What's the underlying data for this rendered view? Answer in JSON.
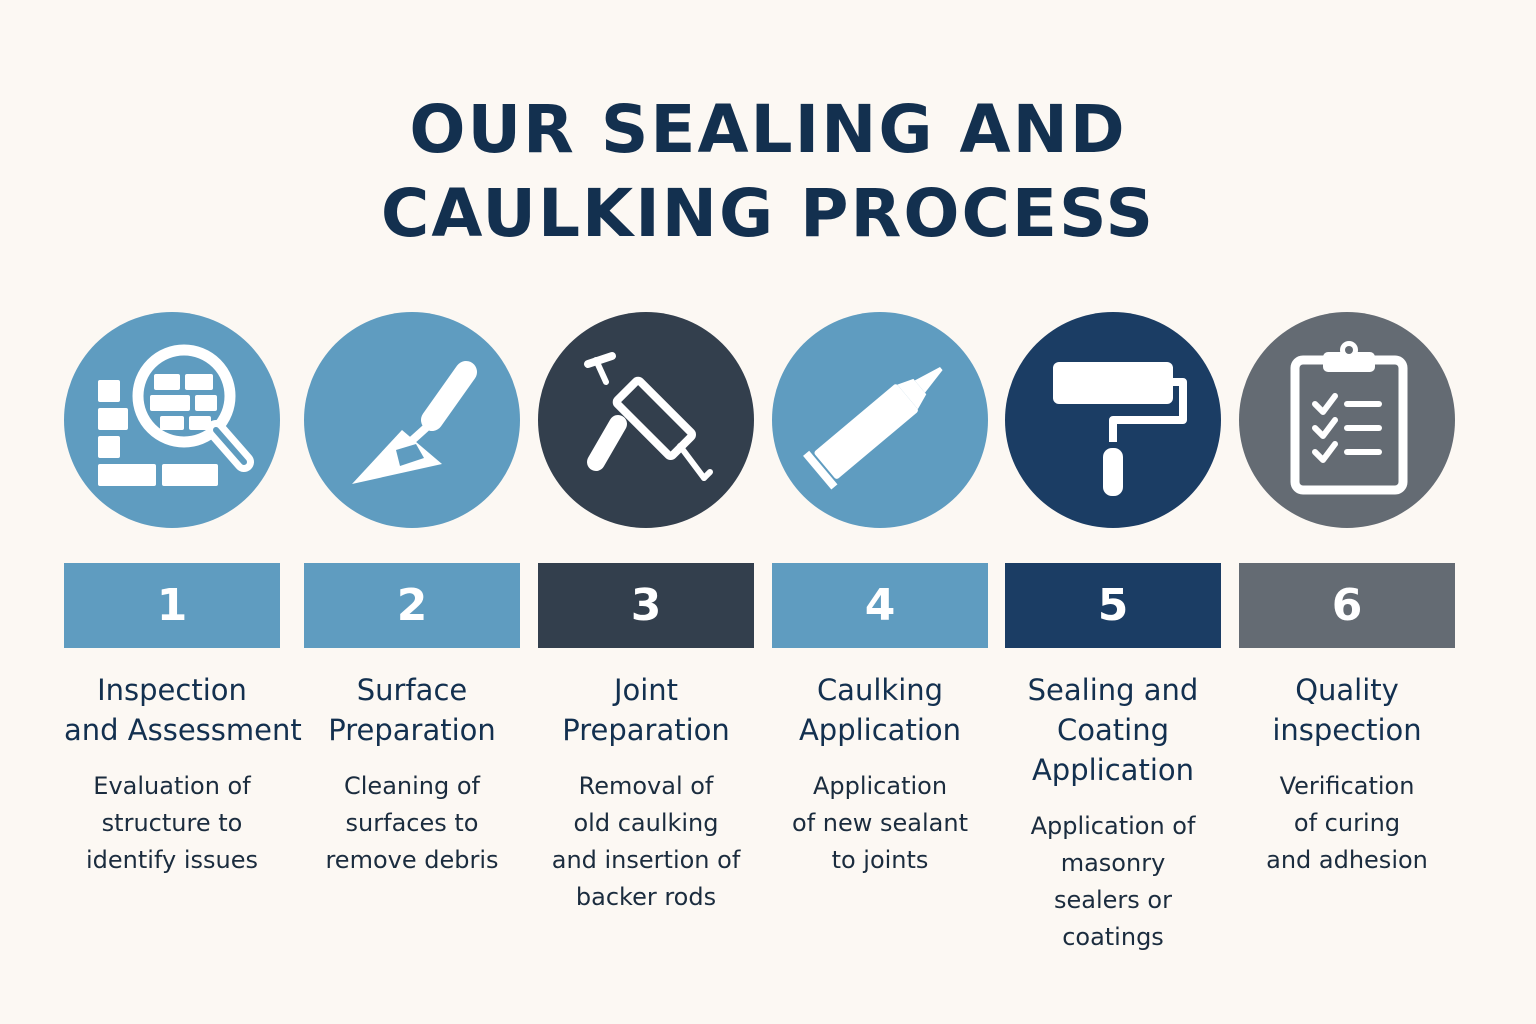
{
  "title": {
    "line1": "OUR SEALING AND",
    "line2": "CAULKING PROCESS"
  },
  "colors": {
    "background": "#fcf8f3",
    "navy_text": "#13304f",
    "light_blue": "#5f9cc0",
    "charcoal": "#333f4d",
    "dark_blue": "#1b3d64",
    "gray": "#646b73"
  },
  "steps": [
    {
      "number": "1",
      "color": "#5f9cc0",
      "icon": "magnifier-bricks-icon",
      "title": [
        "Inspection",
        "and Assessment"
      ],
      "desc": [
        "Evaluation of",
        "structure to",
        "identify issues"
      ]
    },
    {
      "number": "2",
      "color": "#5f9cc0",
      "icon": "trowel-icon",
      "title": [
        "Surface",
        "Preparation"
      ],
      "desc": [
        "Cleaning of",
        "surfaces to",
        "remove debris"
      ]
    },
    {
      "number": "3",
      "color": "#333f4d",
      "icon": "caulk-gun-icon",
      "title": [
        "Joint",
        "Preparation"
      ],
      "desc": [
        "Removal of",
        "old caulking",
        "and insertion of",
        "backer rods"
      ]
    },
    {
      "number": "4",
      "color": "#5f9cc0",
      "icon": "sealant-tube-icon",
      "title": [
        "Caulking",
        "Application"
      ],
      "desc": [
        "Application",
        "of new sealant",
        "to joints"
      ]
    },
    {
      "number": "5",
      "color": "#1b3d64",
      "icon": "paint-roller-icon",
      "title": [
        "Sealing and",
        "Coating",
        "Application"
      ],
      "desc": [
        "Application of",
        "masonry",
        "sealers or",
        "coatings"
      ]
    },
    {
      "number": "6",
      "color": "#646b73",
      "icon": "clipboard-checklist-icon",
      "title": [
        "Quality",
        "inspection"
      ],
      "desc": [
        "Verification",
        "of curing",
        "and adhesion"
      ]
    }
  ]
}
